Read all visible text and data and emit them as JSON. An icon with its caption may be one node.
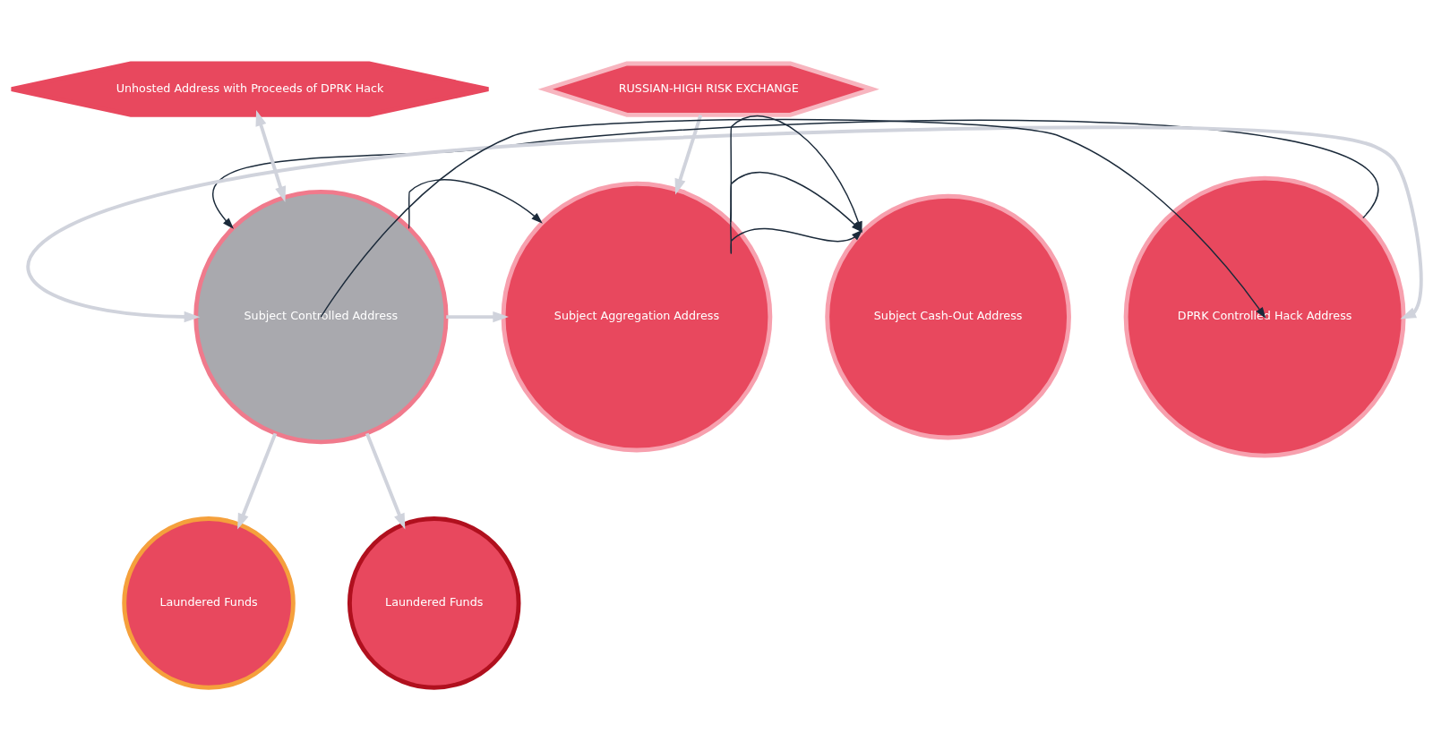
{
  "diagram": {
    "nodes": [
      {
        "text": [
          "Unhosted Address with Proceeds of DPRK Hack"
        ]
      },
      {
        "text": [
          "RUSSIAN-HIGH RISK EXCHANGE"
        ]
      },
      {
        "text": [
          "DPRK Controlled Hack Address"
        ]
      },
      {
        "text": [
          "Subject Controlled Address"
        ]
      },
      {
        "text": [
          "Subject Aggregation Address"
        ]
      },
      {
        "text": [
          "Subject Cash-Out Address"
        ]
      },
      {
        "text": [
          "Laundered Funds"
        ]
      },
      {
        "text": [
          "Laundered Funds"
        ]
      }
    ],
    "edges": [
      {
        "from": 2,
        "to": 3,
        "arrow": "to",
        "color": "#1b2a3a"
      },
      {
        "from": 2,
        "to": 3,
        "arrow": "both",
        "style": "thick",
        "color": "#d0d3dc"
      },
      {
        "from": 3,
        "to": 2,
        "arrow": "to",
        "color": "#1b2a3a"
      },
      {
        "from": 3,
        "to": 0,
        "arrow": "both",
        "style": "thick",
        "color": "#d0d3dc"
      },
      {
        "from": 3,
        "to": 4,
        "arrow": "to",
        "color": "#1b2a3a"
      },
      {
        "from": 3,
        "to": 4,
        "arrow": "to",
        "style": "thick",
        "color": "#d0d3dc"
      },
      {
        "from": 1,
        "to": 4,
        "arrow": "to",
        "style": "thick",
        "color": "#d0d3dc"
      },
      {
        "from": 4,
        "to": 5,
        "arrow": "to",
        "color": "#1b2a3a"
      },
      {
        "from": 4,
        "to": 5,
        "arrow": "to",
        "color": "#1b2a3a"
      },
      {
        "from": 4,
        "to": 5,
        "arrow": "to",
        "color": "#1b2a3a"
      },
      {
        "from": 3,
        "to": 6,
        "arrow": "to",
        "style": "thick",
        "color": "#d0d3dc"
      },
      {
        "from": 3,
        "to": 7,
        "arrow": "to",
        "style": "thick",
        "color": "#d0d3dc"
      }
    ]
  }
}
